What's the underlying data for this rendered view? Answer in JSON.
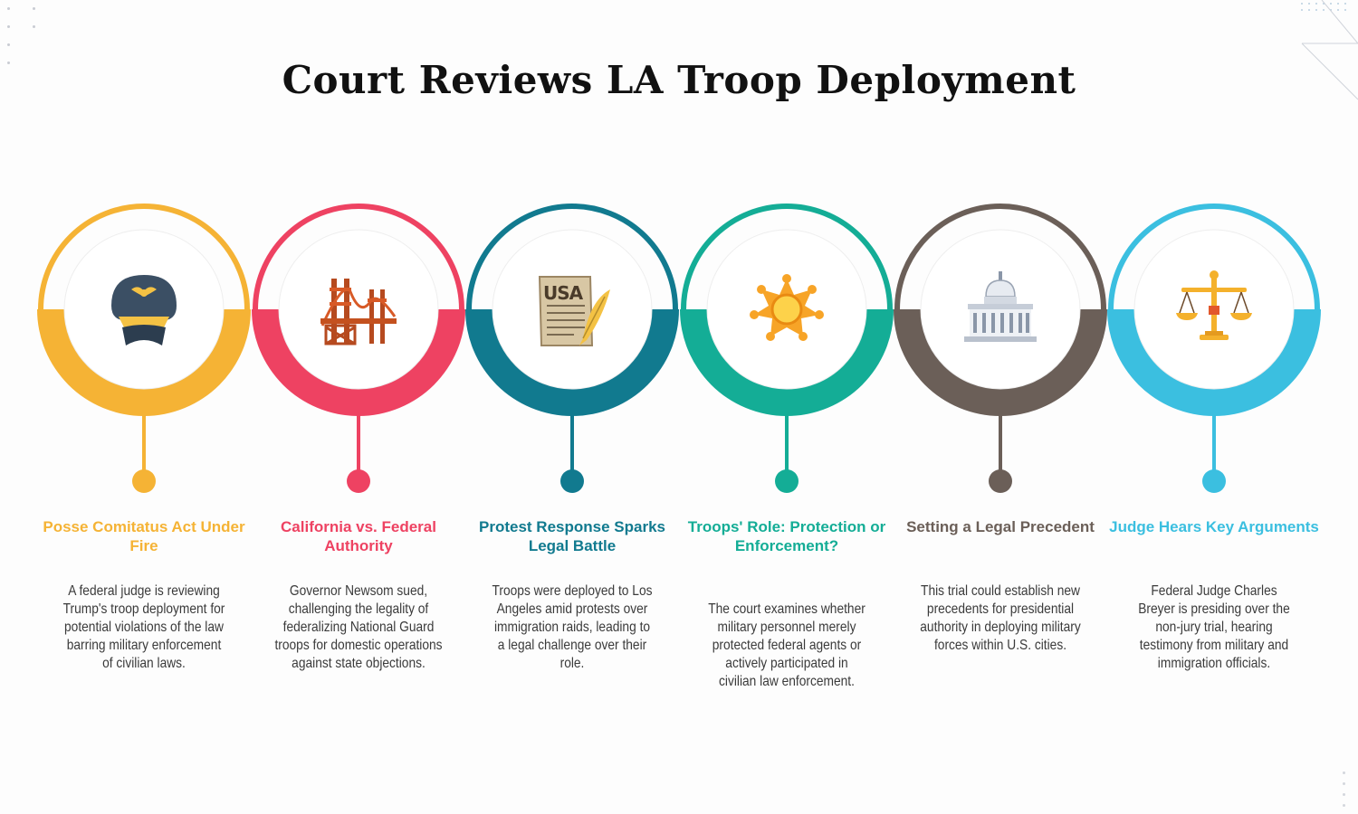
{
  "title": "Court Reviews LA Troop Deployment",
  "steps": [
    {
      "heading": "Posse Comitatus Act Under Fire",
      "description": "A federal judge is reviewing Trump's troop deployment for potential violations of the law barring military enforcement of civilian laws.",
      "color": "#f5b335",
      "icon": "military-cap-icon"
    },
    {
      "heading": "California vs. Federal Authority",
      "description": "Governor Newsom sued, challenging the legality of federalizing National Guard troops for domestic operations against state objections.",
      "color": "#ee4262",
      "icon": "golden-gate-bridge-icon"
    },
    {
      "heading": "Protest Response Sparks Legal Battle",
      "description": "Troops were deployed to Los Angeles amid protests over immigration raids, leading to a legal challenge over their role.",
      "color": "#117a8f",
      "icon_text": "USA",
      "icon": "usa-document-quill-icon"
    },
    {
      "heading": "Troops' Role: Protection or Enforcement?",
      "description": "The court examines whether military personnel merely protected federal agents or actively participated in civilian law enforcement.",
      "color": "#14ad96",
      "icon": "sheriff-badge-icon"
    },
    {
      "heading": "Setting a Legal Precedent",
      "description": "This trial could establish new precedents for presidential authority in deploying military forces within U.S. cities.",
      "color": "#6b5f58",
      "icon": "capitol-building-icon"
    },
    {
      "heading": "Judge Hears Key Arguments",
      "description": "Federal Judge Charles Breyer is presiding over the non-jury trial, hearing testimony from military and immigration officials.",
      "color": "#3bbfe0",
      "icon": "scales-of-justice-icon"
    }
  ]
}
